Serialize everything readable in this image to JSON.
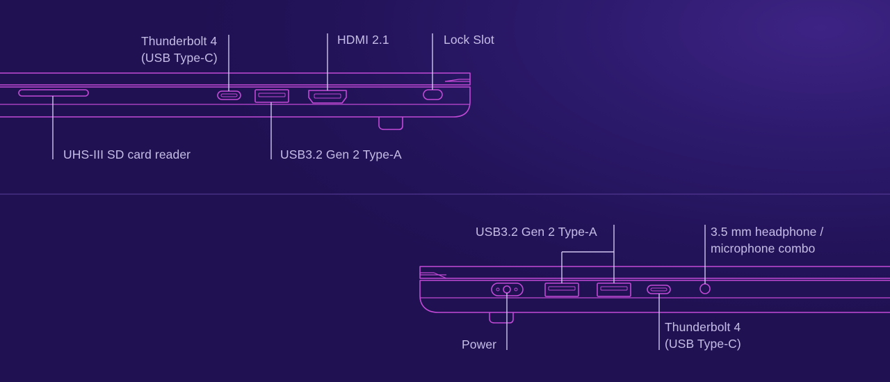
{
  "colors": {
    "background": "#23135a",
    "outline": "#c24ad6",
    "leader_line": "#cfc6ee",
    "divider": "#5b3f9e",
    "label_text": "#c6bde6"
  },
  "top_view": {
    "labels": {
      "thunderbolt_line1": "Thunderbolt 4",
      "thunderbolt_line2": "(USB Type-C)",
      "hdmi": "HDMI 2.1",
      "lock_slot": "Lock Slot",
      "sd_reader": "UHS-III SD card reader",
      "usb_a": "USB3.2 Gen 2 Type-A"
    }
  },
  "bottom_view": {
    "labels": {
      "usb_a": "USB3.2 Gen 2 Type-A",
      "headphone_line1": "3.5 mm headphone /",
      "headphone_line2": "microphone combo",
      "power": "Power",
      "thunderbolt_line1": "Thunderbolt 4",
      "thunderbolt_line2": "(USB Type-C)"
    }
  }
}
